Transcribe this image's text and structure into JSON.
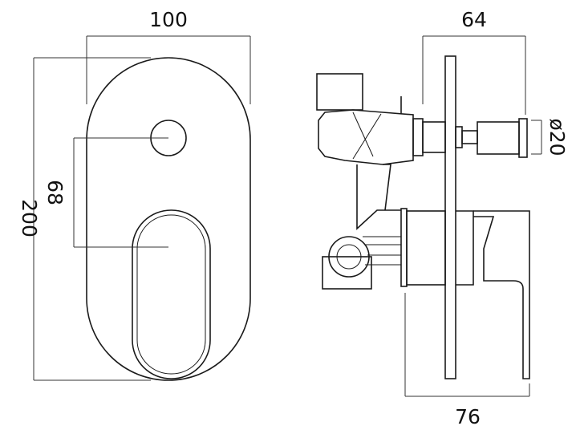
{
  "dimensions": {
    "front_width": "100",
    "front_height": "200",
    "center_distance": "68",
    "side_depth_top": "64",
    "side_depth_bottom": "76",
    "knob_diameter": "ø20"
  },
  "colors": {
    "line": "#1a1a1a",
    "background": "#ffffff"
  }
}
